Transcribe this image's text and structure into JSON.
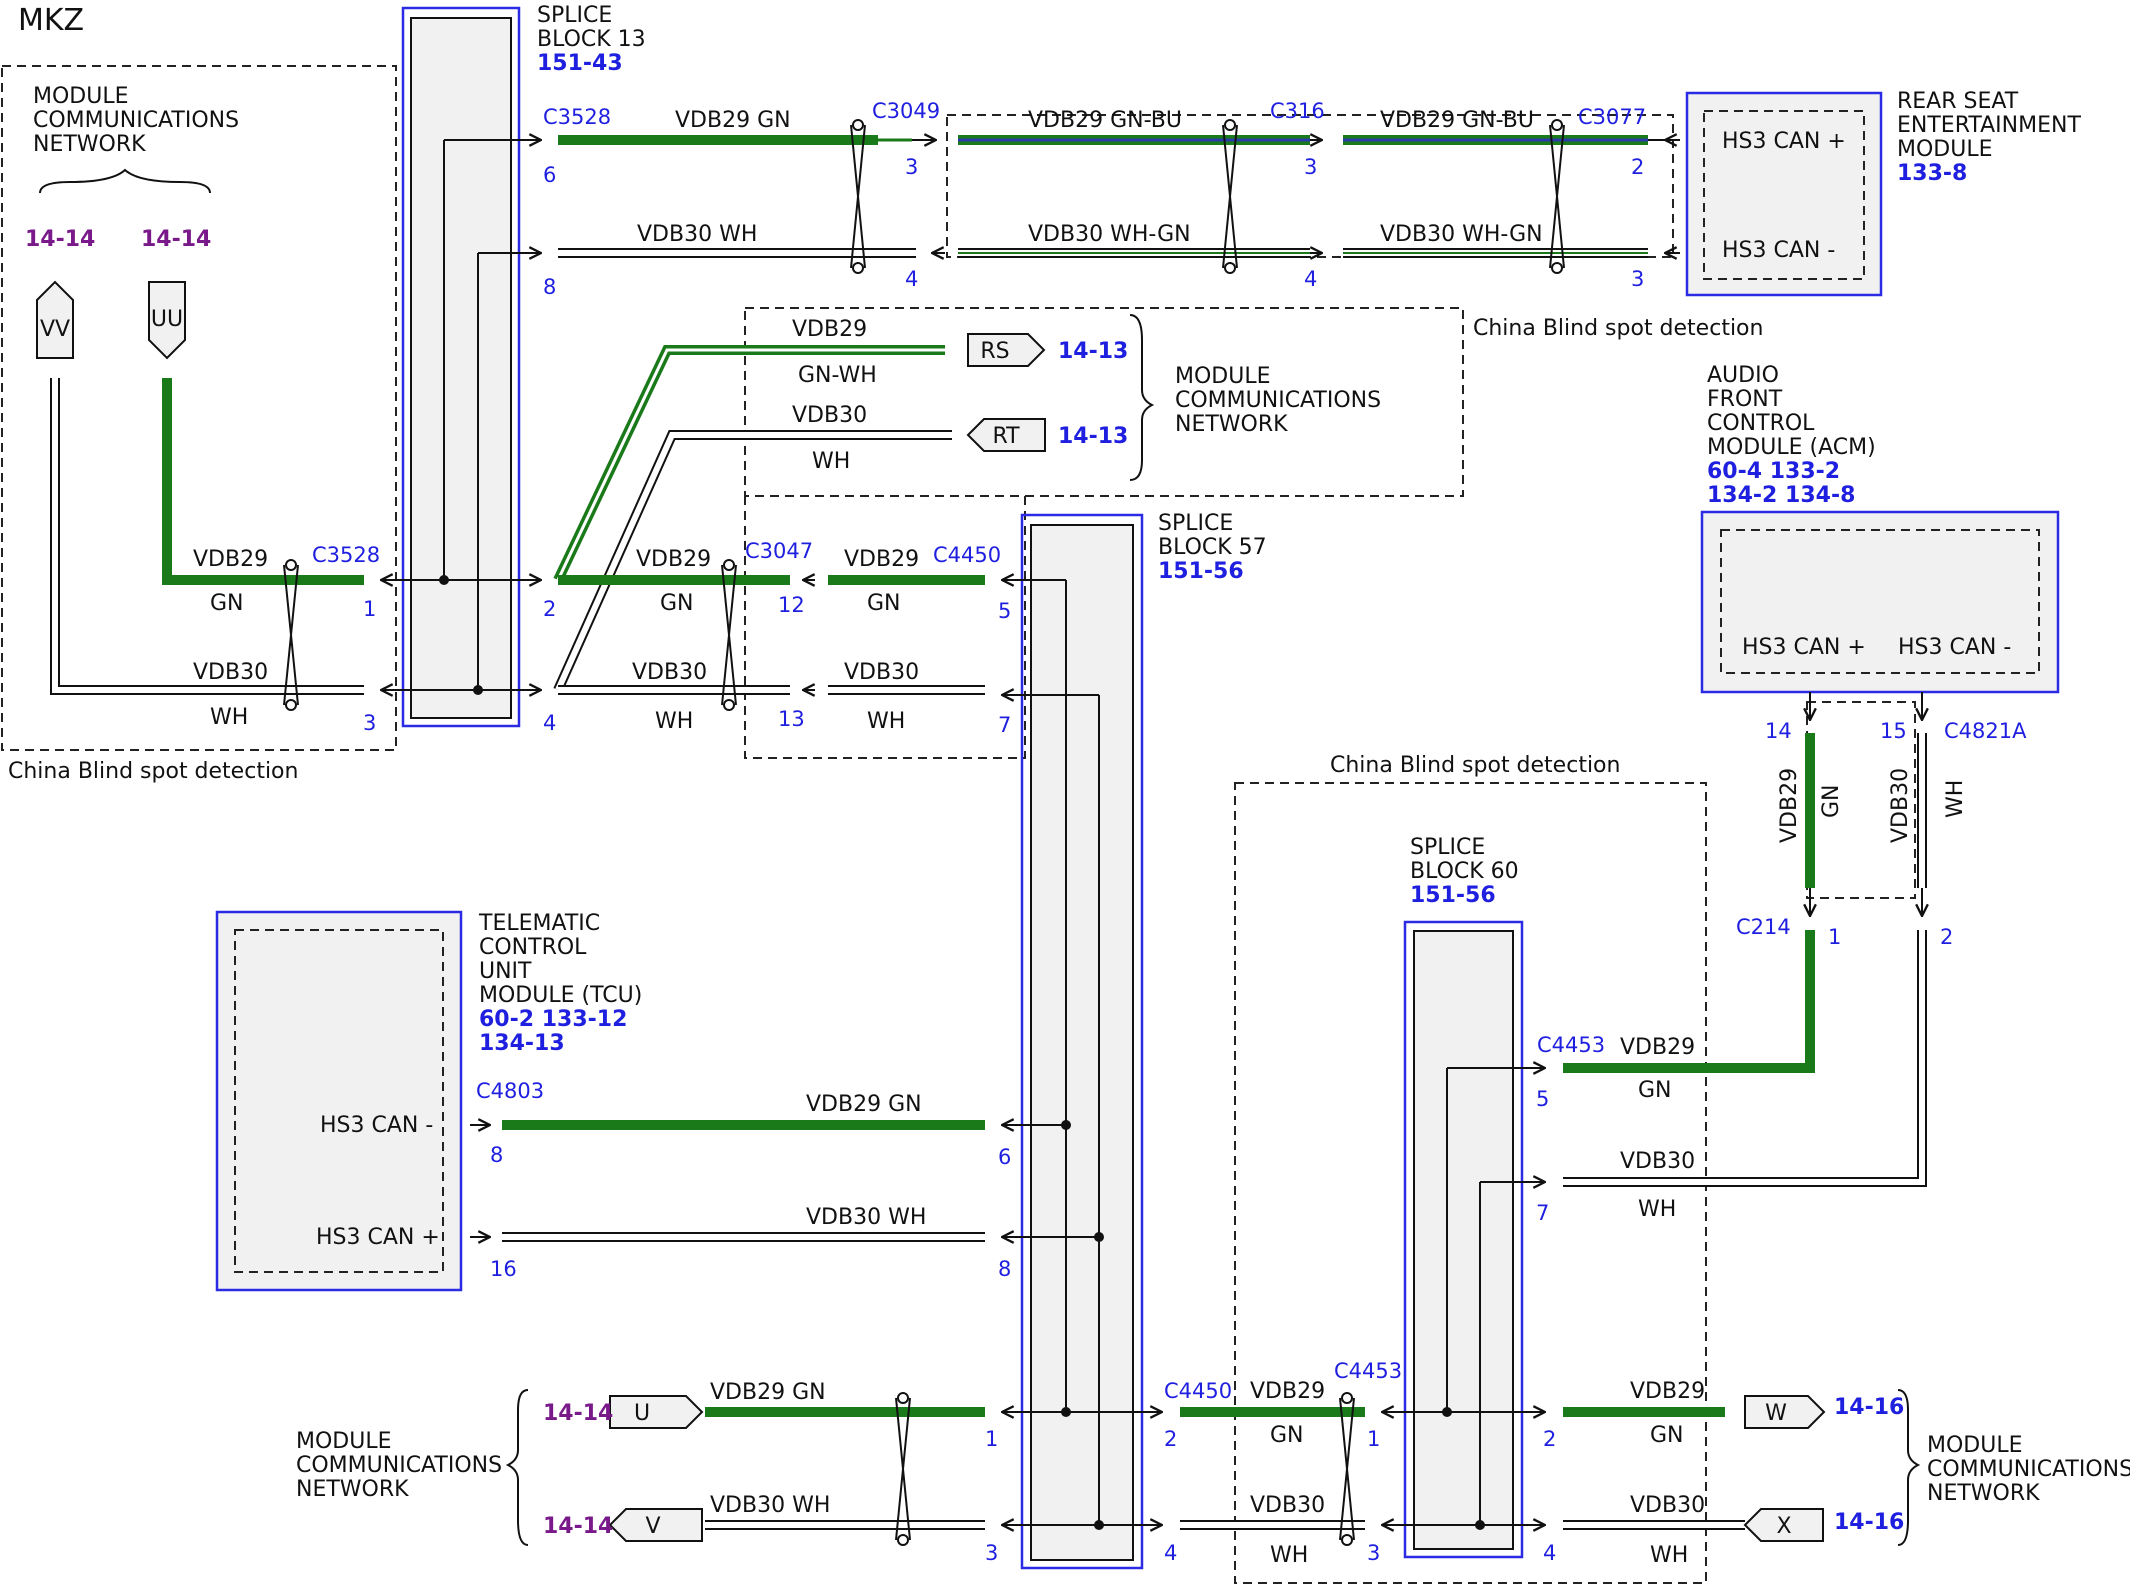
{
  "title": "MKZ",
  "colors": {
    "gn": "#1a7a1a",
    "bu": "#2a3aa8",
    "wh": "#ffffff",
    "pin": "#1f1fe0",
    "purple": "#7a1a8a",
    "box_outline": "#2b2be6"
  },
  "labels": {
    "mcn_tl": [
      "MODULE",
      "COMMUNICATIONS",
      "NETWORK"
    ],
    "mcn_mid": [
      "MODULE",
      "COMMUNICATIONS",
      "NETWORK"
    ],
    "mcn_bl": [
      "MODULE",
      "COMMUNICATIONS",
      "NETWORK"
    ],
    "mcn_br": [
      "MODULE",
      "COMMUNICATIONS",
      "NETWORK"
    ],
    "china_1": "China Blind spot detection",
    "china_2": "China Blind spot detection",
    "china_3": "China Blind spot detection"
  },
  "refs": {
    "r1414_a": "14-14",
    "r1414_b": "14-14",
    "r1414_c": "14-14",
    "r1414_d": "14-14",
    "r1413_a": "14-13",
    "r1413_b": "14-13",
    "r1416_a": "14-16",
    "r1416_b": "14-16"
  },
  "plugs": {
    "vv": "VV",
    "uu": "UU",
    "rs": "RS",
    "rt": "RT",
    "u": "U",
    "v": "V",
    "w": "W",
    "x": "X"
  },
  "splices": {
    "sb13": {
      "l1": "SPLICE",
      "l2": "BLOCK 13",
      "ref": "151-43"
    },
    "sb57": {
      "l1": "SPLICE",
      "l2": "BLOCK 57",
      "ref": "151-56"
    },
    "sb60": {
      "l1": "SPLICE",
      "l2": "BLOCK 60",
      "ref": "151-56"
    }
  },
  "modules": {
    "rse": {
      "lines": [
        "REAR SEAT",
        "ENTERTAINMENT",
        "MODULE"
      ],
      "ref": "133-8",
      "pin_a": "HS3 CAN +",
      "pin_b": "HS3 CAN -"
    },
    "acm": {
      "lines": [
        "AUDIO",
        "FRONT",
        "CONTROL",
        "MODULE (ACM)"
      ],
      "ref1": "60-4   133-2",
      "ref2": "134-2 134-8",
      "pin_a": "HS3 CAN +",
      "pin_b": "HS3 CAN -"
    },
    "tcu": {
      "lines": [
        "TELEMATIC",
        "CONTROL",
        "UNIT",
        "MODULE (TCU)"
      ],
      "ref1": "60-2     133-12",
      "ref2": "134-13",
      "pin_a": "HS3 CAN -",
      "pin_b": "HS3 CAN +"
    }
  },
  "connectors": {
    "c3528_top": "C3528",
    "c3049": "C3049",
    "c316": "C316",
    "c3077": "C3077",
    "c3528_mid": "C3528",
    "c3047": "C3047",
    "c4450_top": "C4450",
    "c4821a": "C4821A",
    "c214": "C214",
    "c4453_r": "C4453",
    "c4803": "C4803",
    "c4450_bot": "C4450",
    "c4453_bot": "C4453"
  },
  "pins": {
    "p6a": "6",
    "p8a": "8",
    "p3a": "3",
    "p4a": "4",
    "p3b": "3",
    "p4b": "4",
    "p2a": "2",
    "p3c": "3",
    "p1a": "1",
    "p3d": "3",
    "p2b": "2",
    "p4c": "4",
    "p12": "12",
    "p13": "13",
    "p5a": "5",
    "p7a": "7",
    "p14": "14",
    "p15": "15",
    "p1b": "1",
    "p2c": "2",
    "p5b": "5",
    "p7b": "7",
    "p8b": "8",
    "p16": "16",
    "p6b": "6",
    "p8c": "8",
    "p1c": "1",
    "p3e": "3",
    "p2d": "2",
    "p4d": "4",
    "p1d": "1",
    "p3f": "3",
    "p2e": "2",
    "p4e": "4"
  },
  "wires": {
    "w_top1": "VDB29  GN",
    "w_top2": "VDB29  GN-BU",
    "w_top3": "VDB29  GN-BU",
    "w_top4": "VDB30  WH",
    "w_top5": "VDB30  WH-GN",
    "w_top6": "VDB30  WH-GN",
    "w_rs_a": "VDB29",
    "w_rs_b": "GN-WH",
    "w_rt_a": "VDB30",
    "w_rt_b": "WH",
    "w_l29a": "VDB29",
    "w_l29b": "GN",
    "w_l30a": "VDB30",
    "w_l30b": "WH",
    "w_m29a": "VDB29",
    "w_m29b": "GN",
    "w_m30a": "VDB30",
    "w_m30b": "WH",
    "w_n29a": "VDB29",
    "w_n29b": "GN",
    "w_n30a": "VDB30",
    "w_n30b": "WH",
    "w_acm29a": "VDB29",
    "w_acm29b": "GN",
    "w_acm30a": "VDB30",
    "w_acm30b": "WH",
    "w_r29a": "VDB29",
    "w_r29b": "GN",
    "w_r30a": "VDB30",
    "w_r30b": "WH",
    "w_tcu29": "VDB29  GN",
    "w_tcu30": "VDB30  WH",
    "w_b29": "VDB29  GN",
    "w_b30": "VDB30  WH",
    "w_c29a": "VDB29",
    "w_c29b": "GN",
    "w_c30a": "VDB30",
    "w_c30b": "WH",
    "w_d29a": "VDB29",
    "w_d29b": "GN",
    "w_d30a": "VDB30",
    "w_d30b": "WH"
  }
}
